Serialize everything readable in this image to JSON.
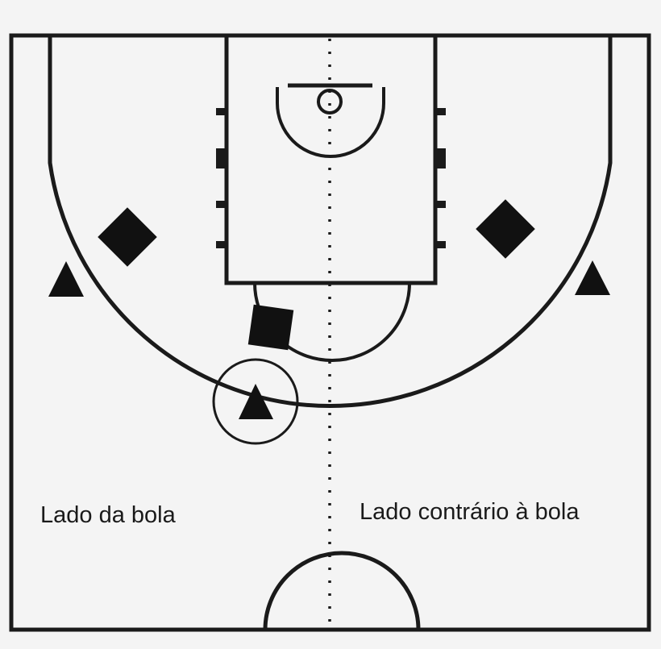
{
  "labels": {
    "ball_side": "Lado da bola",
    "help_side": "Lado contrário à bola"
  },
  "players": {
    "offense": [
      "triangle",
      "triangle",
      "triangle"
    ],
    "defense": [
      "diamond",
      "diamond",
      "square"
    ],
    "ball_handler_marker": "circle"
  },
  "colors": {
    "background": "#f4f4f4",
    "lines": "#1a1a1a",
    "markers": "#111111"
  }
}
